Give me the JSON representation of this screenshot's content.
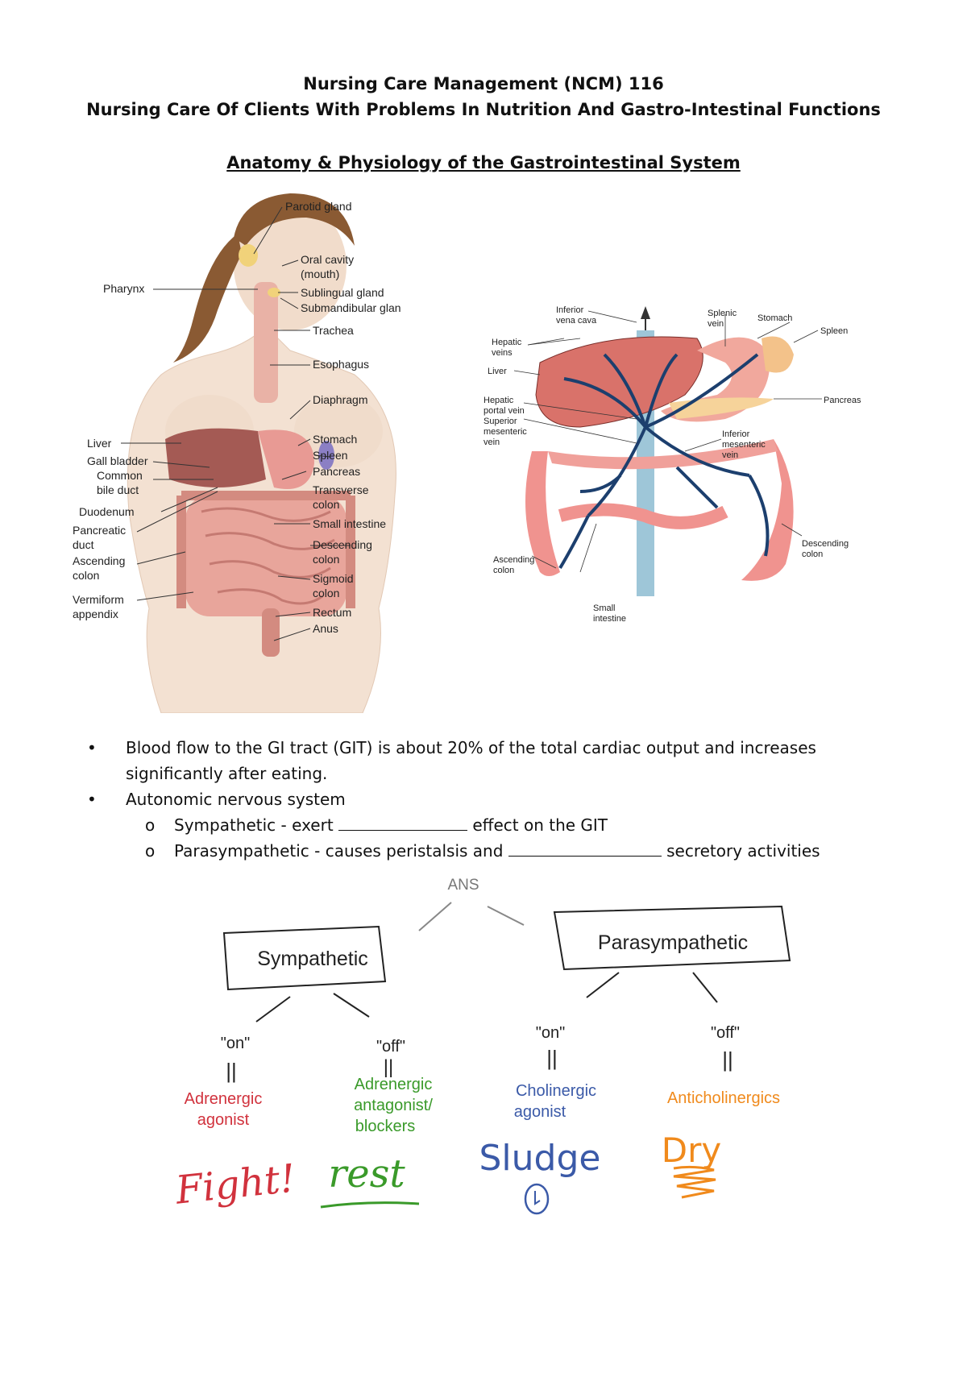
{
  "header": {
    "line1": "Nursing Care Management (NCM) 116",
    "line2": "Nursing Care Of Clients With Problems In Nutrition And Gastro-Intestinal Functions"
  },
  "section_title": "Anatomy & Physiology of the Gastrointestinal System",
  "figure_left": {
    "labels": {
      "parotid": "Parotid gland",
      "oral1": "Oral cavity",
      "oral2": "(mouth)",
      "pharynx": "Pharynx",
      "sublingual": "Sublingual gland",
      "submandibular": "Submandibular glan",
      "trachea": "Trachea",
      "esophagus": "Esophagus",
      "diaphragm": "Diaphragm",
      "liver": "Liver",
      "stomach": "Stomach",
      "gallbladder": "Gall bladder",
      "spleen": "Spleen",
      "common1": "Common",
      "common2": "bile duct",
      "pancreas": "Pancreas",
      "transverse1": "Transverse",
      "transverse2": "colon",
      "duodenum": "Duodenum",
      "small_intestine": "Small intestine",
      "pancreatic1": "Pancreatic",
      "pancreatic2": "duct",
      "descending1": "Descending",
      "descending2": "colon",
      "ascending1": "Ascending",
      "ascending2": "colon",
      "sigmoid1": "Sigmoid",
      "sigmoid2": "colon",
      "appendix1": "Vermiform",
      "appendix2": "appendix",
      "rectum": "Rectum",
      "anus": "Anus"
    }
  },
  "figure_right": {
    "labels": {
      "ivc1": "Inferior",
      "ivc2": "vena cava",
      "splenic1": "Splenic",
      "splenic2": "vein",
      "stomach": "Stomach",
      "spleen": "Spleen",
      "hepatic1": "Hepatic",
      "hepatic2": "veins",
      "liver": "Liver",
      "portal1": "Hepatic",
      "portal2": "portal vein",
      "sup1": "Superior",
      "sup2": "mesenteric",
      "sup3": "vein",
      "pancreas": "Pancreas",
      "inf1": "Inferior",
      "inf2": "mesenteric",
      "inf3": "vein",
      "asc1": "Ascending",
      "asc2": "colon",
      "small1": "Small",
      "small2": "intestine",
      "desc1": "Descending",
      "desc2": "colon"
    }
  },
  "bullets": [
    {
      "text": "Blood flow to the GI tract (GIT) is about 20% of the total cardiac output and increases"
    },
    {
      "text": "significantly after eating."
    },
    {
      "text": "Autonomic nervous system"
    }
  ],
  "sub_bullets": [
    {
      "before": "Sympathetic - exert ",
      "after": " effect on the GIT"
    },
    {
      "before": "Parasympathetic - causes peristalsis and ",
      "after": " secretory activities"
    }
  ],
  "tree": {
    "root": "ANS",
    "sympathetic": "Sympathetic",
    "parasympathetic": "Parasympathetic",
    "on1": "\"on\"",
    "off1": "\"off\"",
    "on2": "\"on\"",
    "off2": "\"off\"",
    "eq": "||",
    "adrenergic_agonist_1": "Adrenergic",
    "adrenergic_agonist_2": "agonist",
    "adrenergic_antagonist_1": "Adrenergic",
    "adrenergic_antagonist_2": "antagonist/",
    "adrenergic_antagonist_3": "blockers",
    "cholinergic_1": "Cholinergic",
    "cholinergic_2": "agonist",
    "anticholinergics": "Anticholinergics",
    "fight": "Fight!",
    "rest": "rest",
    "sludge": "Sludge",
    "dry": "Dry"
  },
  "colors": {
    "red": "#d1323d",
    "green": "#3a9a2a",
    "blue": "#3b5aa8",
    "orange": "#f08a1c",
    "vein": "#1c3f6e",
    "organ": "#e8948a"
  }
}
